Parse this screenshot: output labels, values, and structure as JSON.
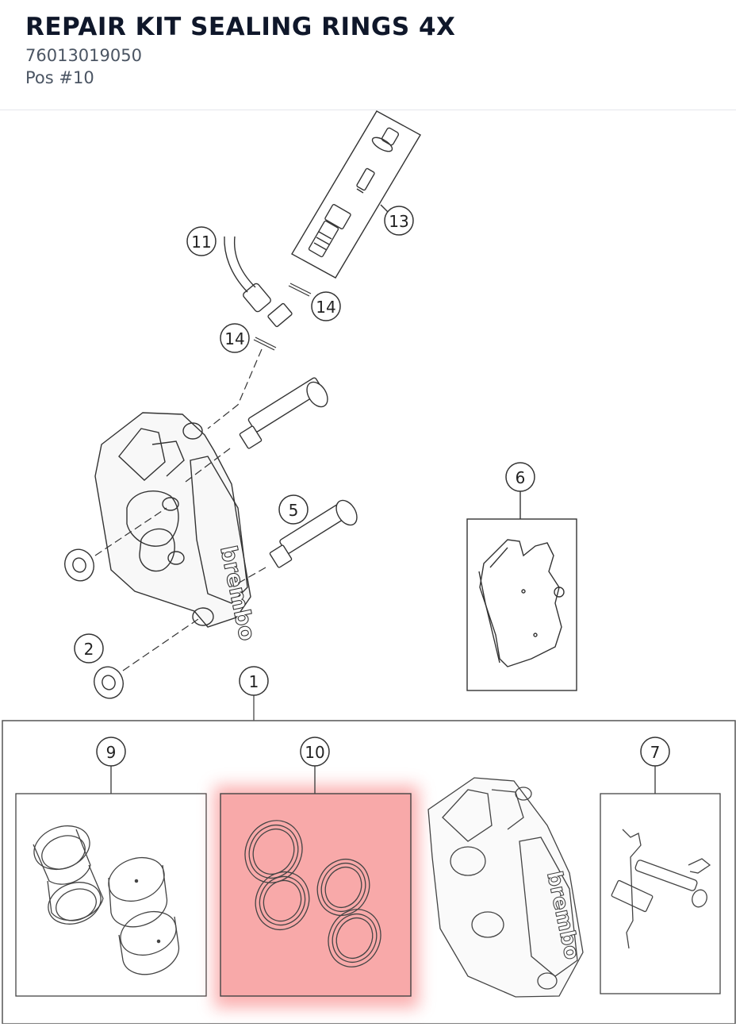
{
  "part": {
    "title": "REPAIR KIT SEALING RINGS 4X",
    "number": "76013019050",
    "position": "Pos #10"
  },
  "diagram": {
    "highlight_color": "#f87171",
    "callouts": [
      {
        "id": "c13",
        "label": "13"
      },
      {
        "id": "c11",
        "label": "11"
      },
      {
        "id": "c14a",
        "label": "14"
      },
      {
        "id": "c14b",
        "label": "14"
      },
      {
        "id": "c5",
        "label": "5"
      },
      {
        "id": "c6",
        "label": "6"
      },
      {
        "id": "c2",
        "label": "2"
      },
      {
        "id": "c1",
        "label": "1"
      },
      {
        "id": "c9",
        "label": "9"
      },
      {
        "id": "c10",
        "label": "10"
      },
      {
        "id": "c7",
        "label": "7"
      }
    ],
    "caliper_brand": "brembo"
  }
}
